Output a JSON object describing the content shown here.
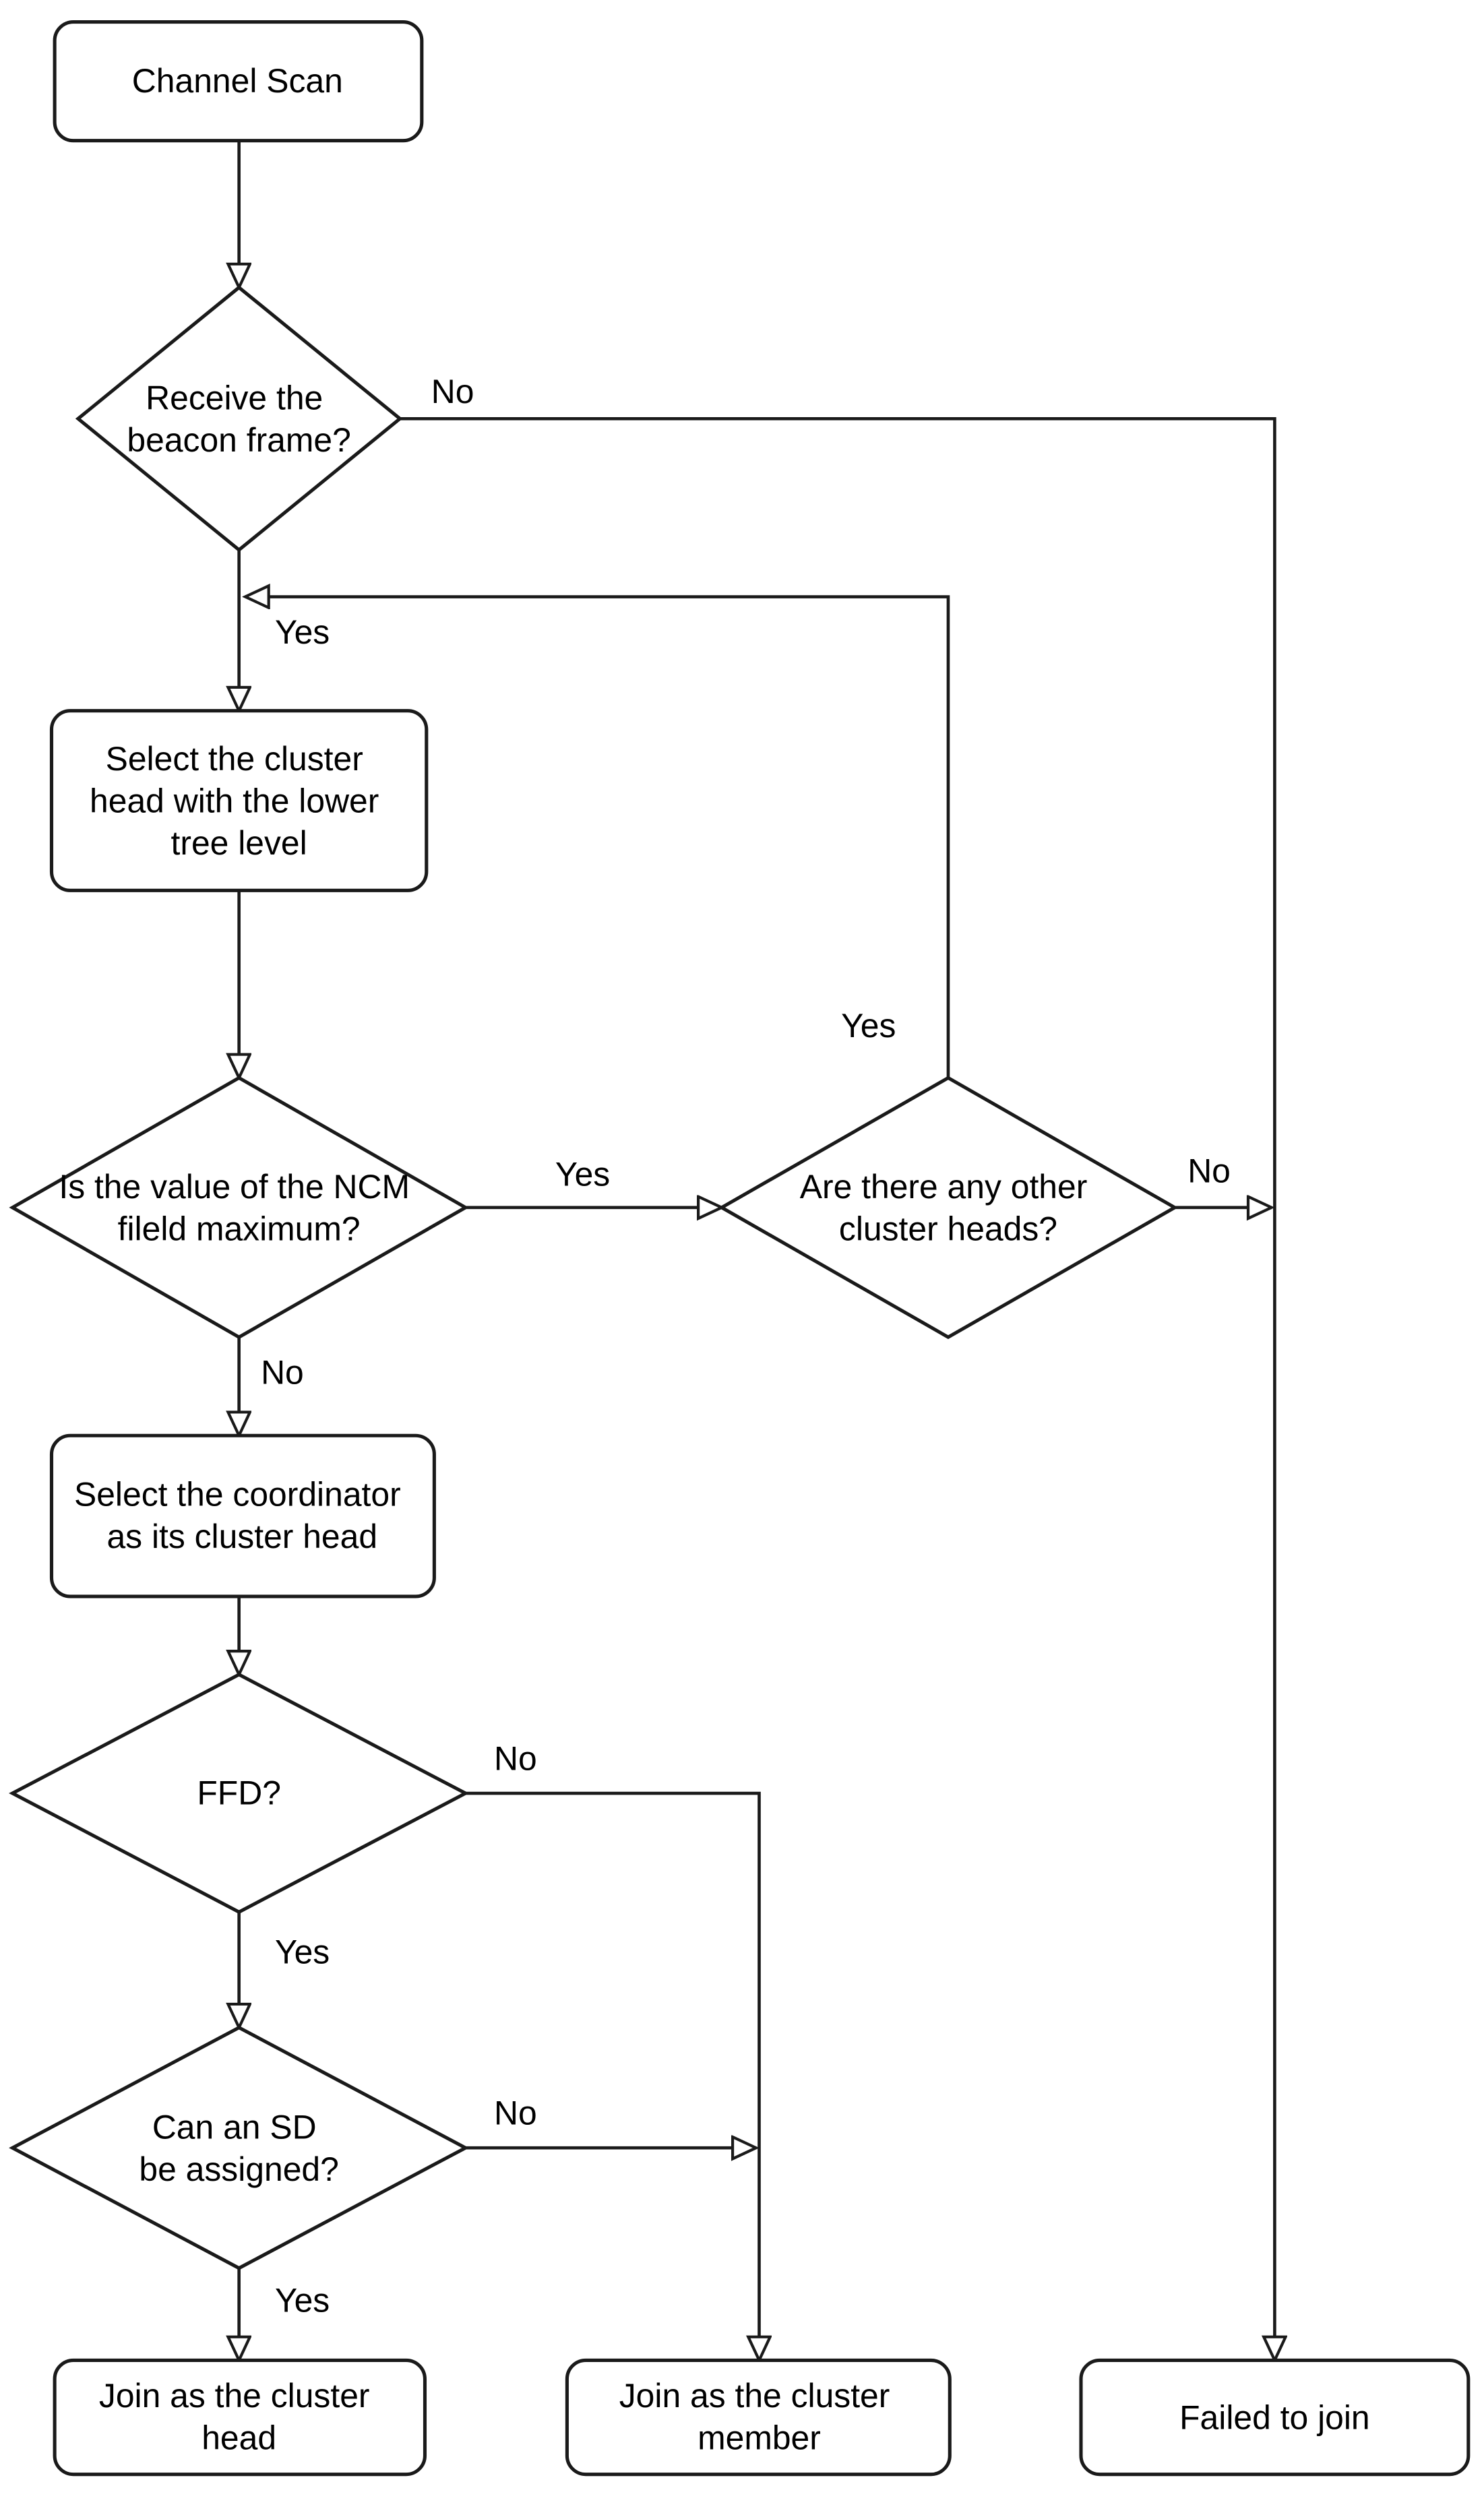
{
  "diagram": {
    "type": "flowchart",
    "background_color": "#ffffff",
    "stroke_color": "#1a1a1a",
    "node_fill_color": "#ffffff",
    "text_color": "#000000",
    "nodes": {
      "channel_scan": {
        "type": "process",
        "label": "Channel Scan"
      },
      "receive_beacon": {
        "type": "decision",
        "lines": [
          "Receive the",
          "beacon frame?"
        ]
      },
      "select_cluster_head": {
        "type": "process",
        "lines": [
          "Select the cluster",
          "head with the lower",
          "tree level"
        ]
      },
      "ncm_max": {
        "type": "decision",
        "lines": [
          "Is the value of the NCM",
          "fileld maximum?"
        ]
      },
      "other_cluster_heads": {
        "type": "decision",
        "lines": [
          "Are there any other",
          "cluster heads?"
        ]
      },
      "select_coordinator": {
        "type": "process",
        "lines": [
          "Select the coordinator",
          "as its cluster head"
        ]
      },
      "ffd": {
        "type": "decision",
        "label": "FFD?"
      },
      "sd_assigned": {
        "type": "decision",
        "lines": [
          "Can an SD",
          "be assigned?"
        ]
      },
      "join_head": {
        "type": "process",
        "lines": [
          "Join as the cluster",
          "head"
        ]
      },
      "join_member": {
        "type": "process",
        "lines": [
          "Join as the cluster",
          "member"
        ]
      },
      "failed_to_join": {
        "type": "process",
        "label": "Failed to join"
      }
    },
    "edges": [
      {
        "from": "channel_scan",
        "to": "receive_beacon",
        "label": ""
      },
      {
        "from": "receive_beacon",
        "to": "failed_to_join",
        "label": "No"
      },
      {
        "from": "receive_beacon",
        "to": "select_cluster_head",
        "label": "Yes"
      },
      {
        "from": "select_cluster_head",
        "to": "ncm_max",
        "label": ""
      },
      {
        "from": "ncm_max",
        "to": "other_cluster_heads",
        "label": "Yes"
      },
      {
        "from": "other_cluster_heads",
        "to": "select_cluster_head",
        "label": "Yes"
      },
      {
        "from": "other_cluster_heads",
        "to": "failed_to_join",
        "label": "No"
      },
      {
        "from": "ncm_max",
        "to": "select_coordinator",
        "label": "No"
      },
      {
        "from": "select_coordinator",
        "to": "ffd",
        "label": ""
      },
      {
        "from": "ffd",
        "to": "join_member",
        "label": "No"
      },
      {
        "from": "ffd",
        "to": "sd_assigned",
        "label": "Yes"
      },
      {
        "from": "sd_assigned",
        "to": "join_member",
        "label": "No"
      },
      {
        "from": "sd_assigned",
        "to": "join_head",
        "label": "Yes"
      }
    ]
  }
}
